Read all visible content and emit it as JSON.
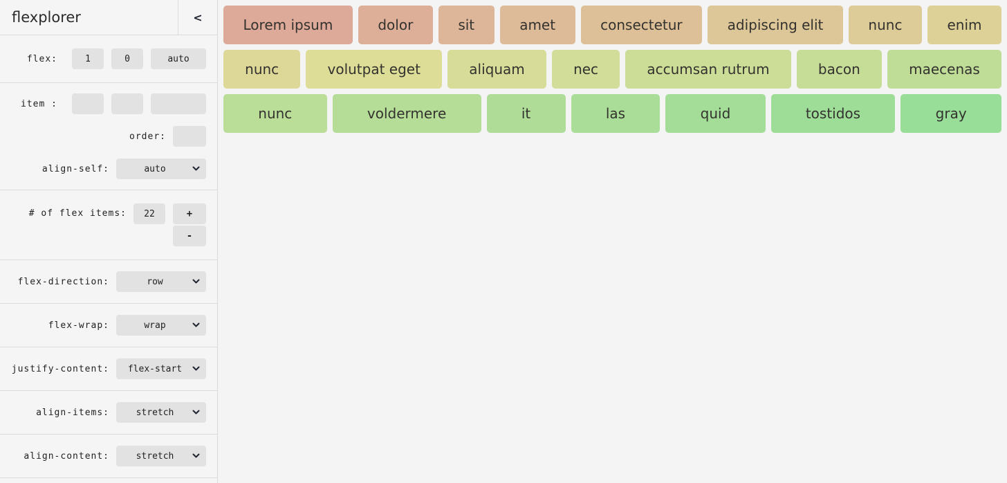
{
  "colors": {
    "page_bg": "#f4f4f5",
    "control_bg": "#e2e2e2",
    "divider": "#dcdcdc",
    "label_text": "#1f1f1f",
    "item_text": "#33322e"
  },
  "sidebar": {
    "title": "flexplorer",
    "collapse_glyph": "<",
    "flex": {
      "label": "flex:",
      "grow": "1",
      "shrink": "0",
      "basis": "auto"
    },
    "item": {
      "label": "item :",
      "grow": "",
      "shrink": "",
      "basis": ""
    },
    "order": {
      "label": "order:",
      "value": ""
    },
    "align_self": {
      "label": "align-self:",
      "value": "auto"
    },
    "num_items": {
      "label": "# of flex items:",
      "value": "22",
      "increment": "+",
      "decrement": "-"
    },
    "flex_direction": {
      "label": "flex-direction:",
      "value": "row"
    },
    "flex_wrap": {
      "label": "flex-wrap:",
      "value": "wrap"
    },
    "justify_content": {
      "label": "justify-content:",
      "value": "flex-start"
    },
    "align_items": {
      "label": "align-items:",
      "value": "stretch"
    },
    "align_content": {
      "label": "align-content:",
      "value": "stretch"
    }
  },
  "main": {
    "flex_items": [
      {
        "label": "Lorem ipsum",
        "color": "#dda998"
      },
      {
        "label": "dolor",
        "color": "#ddaf98"
      },
      {
        "label": "sit",
        "color": "#ddb598"
      },
      {
        "label": "amet",
        "color": "#ddba98"
      },
      {
        "label": "consectetur",
        "color": "#ddc098"
      },
      {
        "label": "adipiscing elit",
        "color": "#ddc698"
      },
      {
        "label": "nunc",
        "color": "#ddcc98"
      },
      {
        "label": "enim",
        "color": "#ddd198"
      },
      {
        "label": "nunc",
        "color": "#ddd798"
      },
      {
        "label": "volutpat eget",
        "color": "#dddd98"
      },
      {
        "label": "aliquam",
        "color": "#d7dd98"
      },
      {
        "label": "nec",
        "color": "#d1dd98"
      },
      {
        "label": "accumsan rutrum",
        "color": "#ccdd98"
      },
      {
        "label": "bacon",
        "color": "#c6dd98"
      },
      {
        "label": "maecenas",
        "color": "#c0dd98"
      },
      {
        "label": "nunc",
        "color": "#badd98"
      },
      {
        "label": "voldermere",
        "color": "#b5dd98"
      },
      {
        "label": "it",
        "color": "#afdd98"
      },
      {
        "label": "las",
        "color": "#a9dd98"
      },
      {
        "label": "quid",
        "color": "#a4dd98"
      },
      {
        "label": "tostidos",
        "color": "#9edd98"
      },
      {
        "label": "gray",
        "color": "#98dd98"
      }
    ]
  }
}
